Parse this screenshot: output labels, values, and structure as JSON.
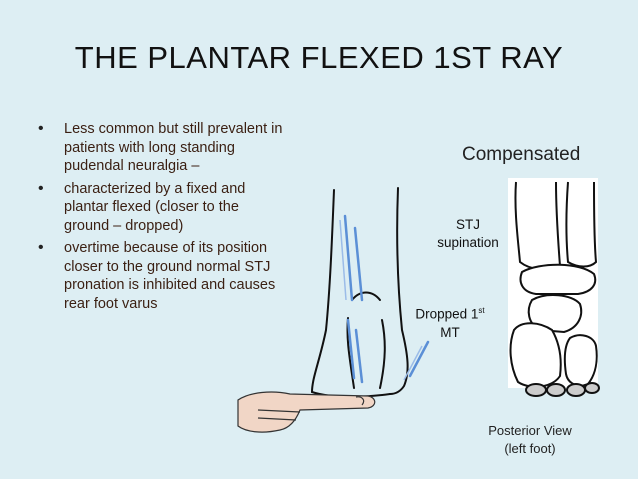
{
  "slide": {
    "title": "THE PLANTAR FLEXED 1ST RAY",
    "bullets": [
      "Less common but still prevalent in patients with long standing pudendal neuralgia –",
      "characterized by a fixed and plantar flexed (closer to the ground – dropped)",
      "overtime because of its position closer to the ground normal STJ pronation is inhibited and causes rear foot varus"
    ],
    "bullet_symbol": "•",
    "compensated_label": "Compensated",
    "stj_line1": "STJ",
    "stj_line2": "supination",
    "dropped_text": "Dropped 1",
    "dropped_sup": "st",
    "dropped_line2": "MT",
    "posterior_line1": "Posterior View",
    "posterior_line2": "(left foot)"
  },
  "colors": {
    "background": "#ddeef3",
    "bullet_text": "#3a1f12",
    "annotation_line": "#5b8fd6"
  },
  "icons": [
    "pointing-hand-icon",
    "foot-outline-illustration",
    "bone-skeleton-illustration"
  ]
}
